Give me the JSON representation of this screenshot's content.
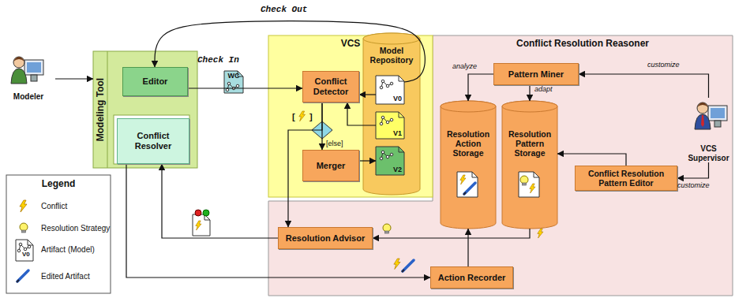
{
  "diagram": {
    "nodes": [
      {
        "text": [
          "Modeler"
        ]
      },
      {
        "text": [
          "Modeling Tool"
        ]
      },
      {
        "text": [
          "Editor"
        ],
        "in": 1
      },
      {
        "text": [
          "Conflict Resolver"
        ],
        "in": 1
      },
      {
        "text": [
          "VCS"
        ]
      },
      {
        "text": [
          "Conflict Detector"
        ],
        "in": 4
      },
      {
        "text": [
          "Merger"
        ],
        "in": 4
      },
      {
        "text": [
          "Model Repository"
        ],
        "in": 4
      },
      {
        "text": [
          "V0"
        ],
        "in": 7
      },
      {
        "text": [
          "V1"
        ],
        "in": 7
      },
      {
        "text": [
          "V2"
        ],
        "in": 7
      },
      {
        "text": [
          "Conflict Resolution Reasoner"
        ]
      },
      {
        "text": [
          "Pattern Miner"
        ],
        "in": 11
      },
      {
        "text": [
          "Resolution Action Storage"
        ],
        "in": 11
      },
      {
        "text": [
          "Resolution Pattern Storage"
        ],
        "in": 11
      },
      {
        "text": [
          "Conflict Resolution Pattern Editor"
        ],
        "in": 11
      },
      {
        "text": [
          "Resolution Advisor"
        ],
        "in": 11
      },
      {
        "text": [
          "Action Recorder"
        ],
        "in": 11
      },
      {
        "text": [
          "VCS Supervisor"
        ]
      }
    ],
    "edges": [
      {
        "from": 0,
        "to": 1,
        "arrow": "to"
      },
      {
        "from": 6,
        "to": 10,
        "arrow": "to"
      },
      {
        "from": 2,
        "to": 5,
        "label": "Check In",
        "arrow": "to"
      },
      {
        "from": 8,
        "to": 2,
        "label": "Check Out",
        "arrow": "to"
      },
      {
        "from": 8,
        "to": 5,
        "arrow": "to"
      },
      {
        "from": 9,
        "to": 5,
        "arrow": "to"
      },
      {
        "from": 5,
        "to": 6,
        "label": "[else]",
        "arrow": "to"
      },
      {
        "from": 5,
        "to": 16,
        "arrow": "to"
      },
      {
        "from": 16,
        "to": 3,
        "arrow": "to"
      },
      {
        "from": 3,
        "to": 17,
        "arrow": "to"
      },
      {
        "from": 17,
        "to": 13,
        "arrow": "to"
      },
      {
        "from": 14,
        "to": 16,
        "arrow": "to"
      },
      {
        "from": 12,
        "to": 13,
        "label": "analyze",
        "arrow": "to"
      },
      {
        "from": 12,
        "to": 14,
        "label": "adapt",
        "arrow": "to"
      },
      {
        "from": 18,
        "to": 12,
        "label": "customize",
        "arrow": "to"
      },
      {
        "from": 18,
        "to": 15,
        "label": "customize",
        "arrow": "to"
      },
      {
        "from": 15,
        "to": 14,
        "arrow": "to"
      }
    ],
    "labels": [
      "Legend",
      "V0",
      "WC",
      "[",
      "]"
    ],
    "legend": [
      {
        "text": "Conflict"
      },
      {
        "text": "Resolution Strategy"
      },
      {
        "text": "Artifact (Model)"
      },
      {
        "text": "Edited Artifact"
      }
    ]
  }
}
